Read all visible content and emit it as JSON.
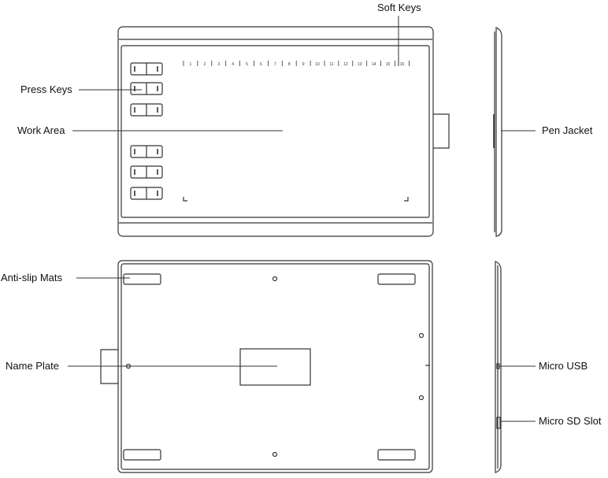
{
  "labels": {
    "soft_keys": "Soft Keys",
    "press_keys": "Press Keys",
    "work_area": "Work Area",
    "pen_jacket": "Pen Jacket",
    "anti_slip_mats": "Anti-slip Mats",
    "name_plate": "Name Plate",
    "micro_usb": "Micro USB",
    "micro_sd_slot": "Micro SD Slot"
  },
  "soft_key_numbers": [
    "1",
    "2",
    "3",
    "4",
    "5",
    "6",
    "7",
    "8",
    "9",
    "10",
    "11",
    "12",
    "13",
    "14",
    "15",
    "16"
  ],
  "press_key_count": 6,
  "colors": {
    "line": "#333333",
    "text": "#111111",
    "background": "#ffffff"
  }
}
